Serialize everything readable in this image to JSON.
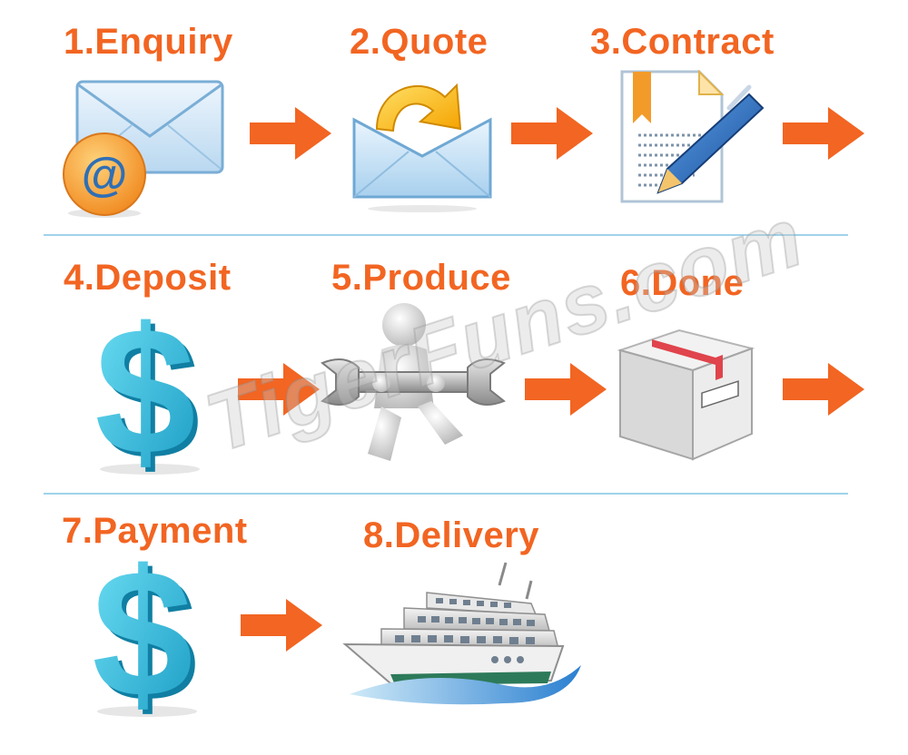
{
  "steps": [
    {
      "label": "1.Enquiry",
      "icon": "email-at-icon"
    },
    {
      "label": "2.Quote",
      "icon": "envelope-reply-icon"
    },
    {
      "label": "3.Contract",
      "icon": "contract-pen-icon"
    },
    {
      "label": "4.Deposit",
      "icon": "dollar-sign-icon"
    },
    {
      "label": "5.Produce",
      "icon": "worker-wrench-icon"
    },
    {
      "label": "6.Done",
      "icon": "package-box-icon"
    },
    {
      "label": "7.Payment",
      "icon": "dollar-sign-icon"
    },
    {
      "label": "8.Delivery",
      "icon": "ship-icon"
    }
  ],
  "watermark": "TigerFuns.com",
  "colors": {
    "label": "#f26522",
    "arrow": "#f26522",
    "divider": "#9fd2ea",
    "dollar": "#29b6d6"
  }
}
